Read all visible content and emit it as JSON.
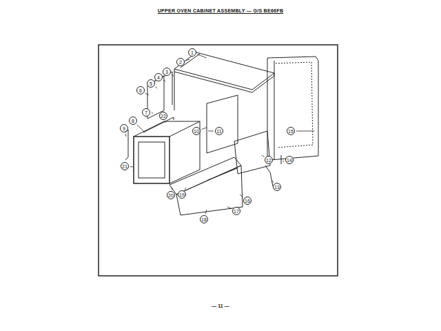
{
  "diagram": {
    "title": "UPPER OVEN CABINET ASSEMBLY — G/S BE66FB",
    "labels": [
      "1",
      "2",
      "3",
      "4",
      "5",
      "6",
      "7",
      "8",
      "9",
      "10",
      "11",
      "12",
      "13",
      "14",
      "15",
      "16",
      "17",
      "18",
      "19",
      "20",
      "21",
      "22",
      "— 11 —"
    ]
  }
}
